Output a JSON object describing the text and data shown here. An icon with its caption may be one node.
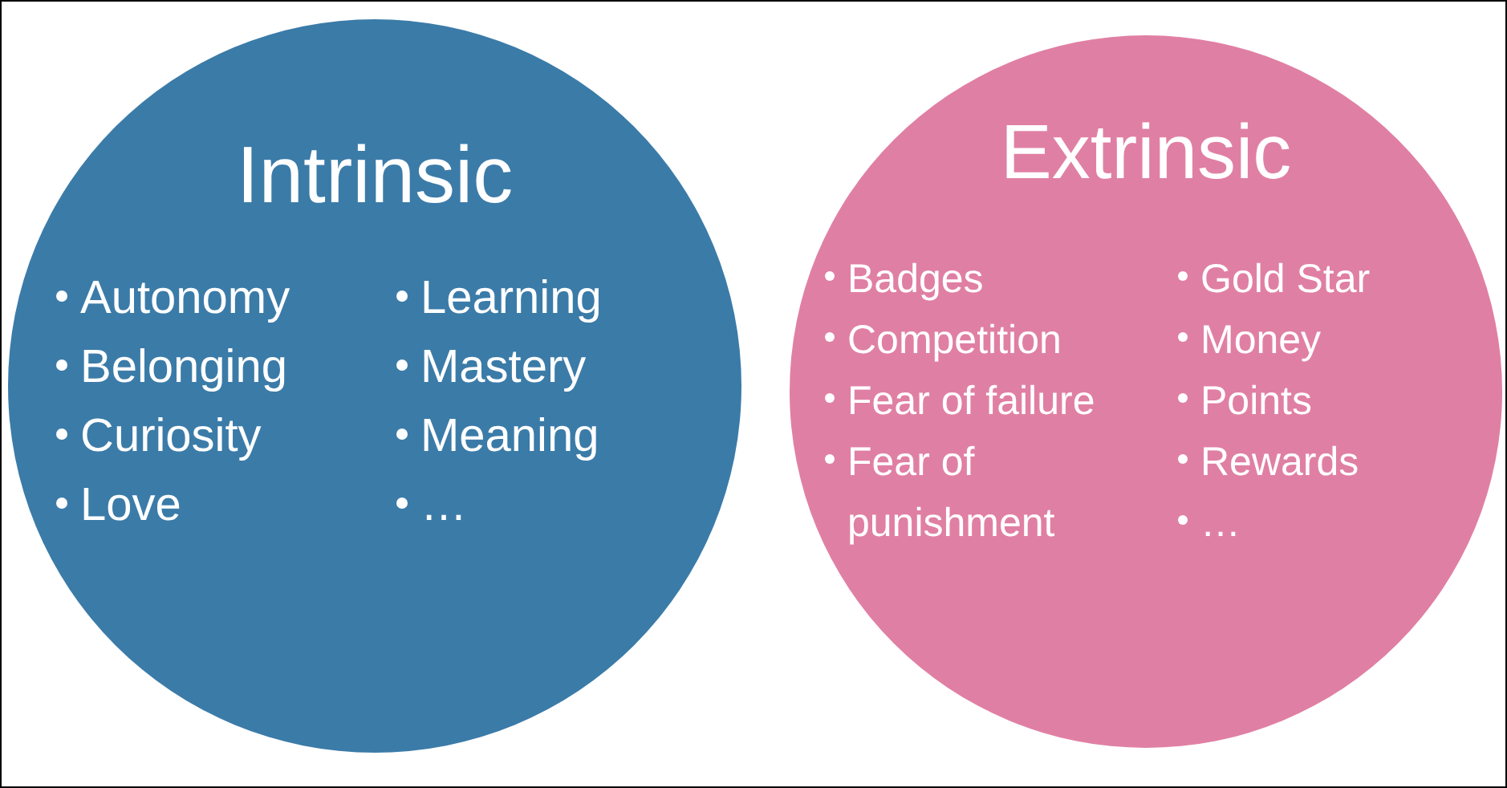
{
  "diagram": {
    "nodes": [
      {
        "text": [
          "Intrinsic",
          "Autonomy",
          "Belonging",
          "Curiosity",
          "Love",
          "Learning",
          "Mastery",
          "Meaning",
          "…"
        ]
      },
      {
        "text": [
          "Extrinsic",
          "Badges",
          "Competition",
          "Fear of failure",
          "Fear of punishment",
          "Gold Star",
          "Money",
          "Points",
          "Rewards",
          "…"
        ]
      }
    ]
  }
}
